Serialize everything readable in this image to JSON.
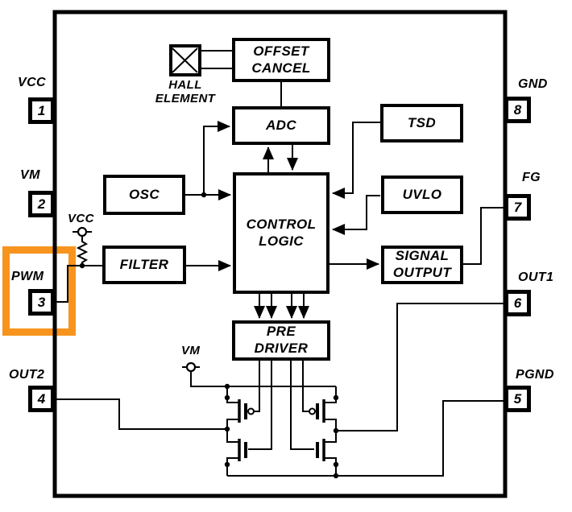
{
  "diagram_type": "IC functional block diagram",
  "colors": {
    "line": "#000000",
    "background": "#FFFFFF",
    "highlight": "#F7941E"
  },
  "blocks": {
    "offset_cancel": {
      "label": "OFFSET\nCANCEL"
    },
    "adc": {
      "label": "ADC"
    },
    "tsd": {
      "label": "TSD"
    },
    "osc": {
      "label": "OSC"
    },
    "uvlo": {
      "label": "UVLO"
    },
    "control_logic": {
      "label": "CONTROL\nLOGIC"
    },
    "filter": {
      "label": "FILTER"
    },
    "signal_output": {
      "label": "SIGNAL\nOUTPUT"
    },
    "pre_driver": {
      "label": "PRE\nDRIVER"
    }
  },
  "pins": {
    "p1": {
      "num": "1",
      "name": "VCC"
    },
    "p2": {
      "num": "2",
      "name": "VM"
    },
    "p3": {
      "num": "3",
      "name": "PWM"
    },
    "p4": {
      "num": "4",
      "name": "OUT2"
    },
    "p5": {
      "num": "5",
      "name": "PGND"
    },
    "p6": {
      "num": "6",
      "name": "OUT1"
    },
    "p7": {
      "num": "7",
      "name": "FG"
    },
    "p8": {
      "num": "8",
      "name": "GND"
    }
  },
  "labels": {
    "hall_element": "HALL\nELEMENT",
    "vcc_terminal": "VCC",
    "vm_terminal": "VM"
  }
}
